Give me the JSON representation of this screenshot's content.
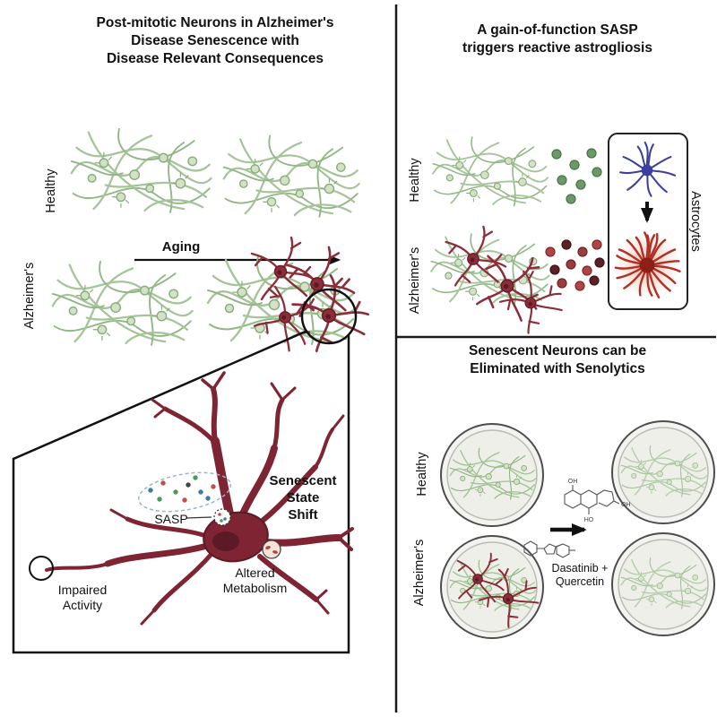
{
  "figure": {
    "left": {
      "title_lines": [
        "Post-mitotic Neurons in Alzheimer's",
        "Disease Senescence with",
        "Disease Relevant Consequences"
      ],
      "healthy_label": "Healthy",
      "alzheimers_label": "Alzheimer's",
      "aging_label": "Aging",
      "zoom": {
        "sasp_label": "SASP",
        "state_shift_lines": [
          "Senescent",
          "State",
          "Shift"
        ],
        "altered_lines": [
          "Altered",
          "Metabolism"
        ],
        "impaired_lines": [
          "Impaired",
          "Activity"
        ]
      }
    },
    "astrogliosis": {
      "title_lines": [
        "A gain-of-function SASP",
        "triggers reactive astrogliosis"
      ],
      "healthy_label": "Healthy",
      "alzheimers_label": "Alzheimer's",
      "astrocytes_label": "Astrocytes"
    },
    "senolytics": {
      "title_lines": [
        "Senescent Neurons can be",
        "Eliminated with Senolytics"
      ],
      "healthy_label": "Healthy",
      "alzheimers_label": "Alzheimer's",
      "drug_lines": [
        "Dasatinib +",
        "Quercetin"
      ],
      "atom_labels": [
        "OH",
        "OH",
        "HO"
      ]
    },
    "colors": {
      "healthy_network_green": "#a6c49a",
      "senescent_neuron_red": "#8c2e3a",
      "resting_astrocyte_blue": "#3c3f9e",
      "reactive_astrocyte_red": "#b03226"
    }
  }
}
